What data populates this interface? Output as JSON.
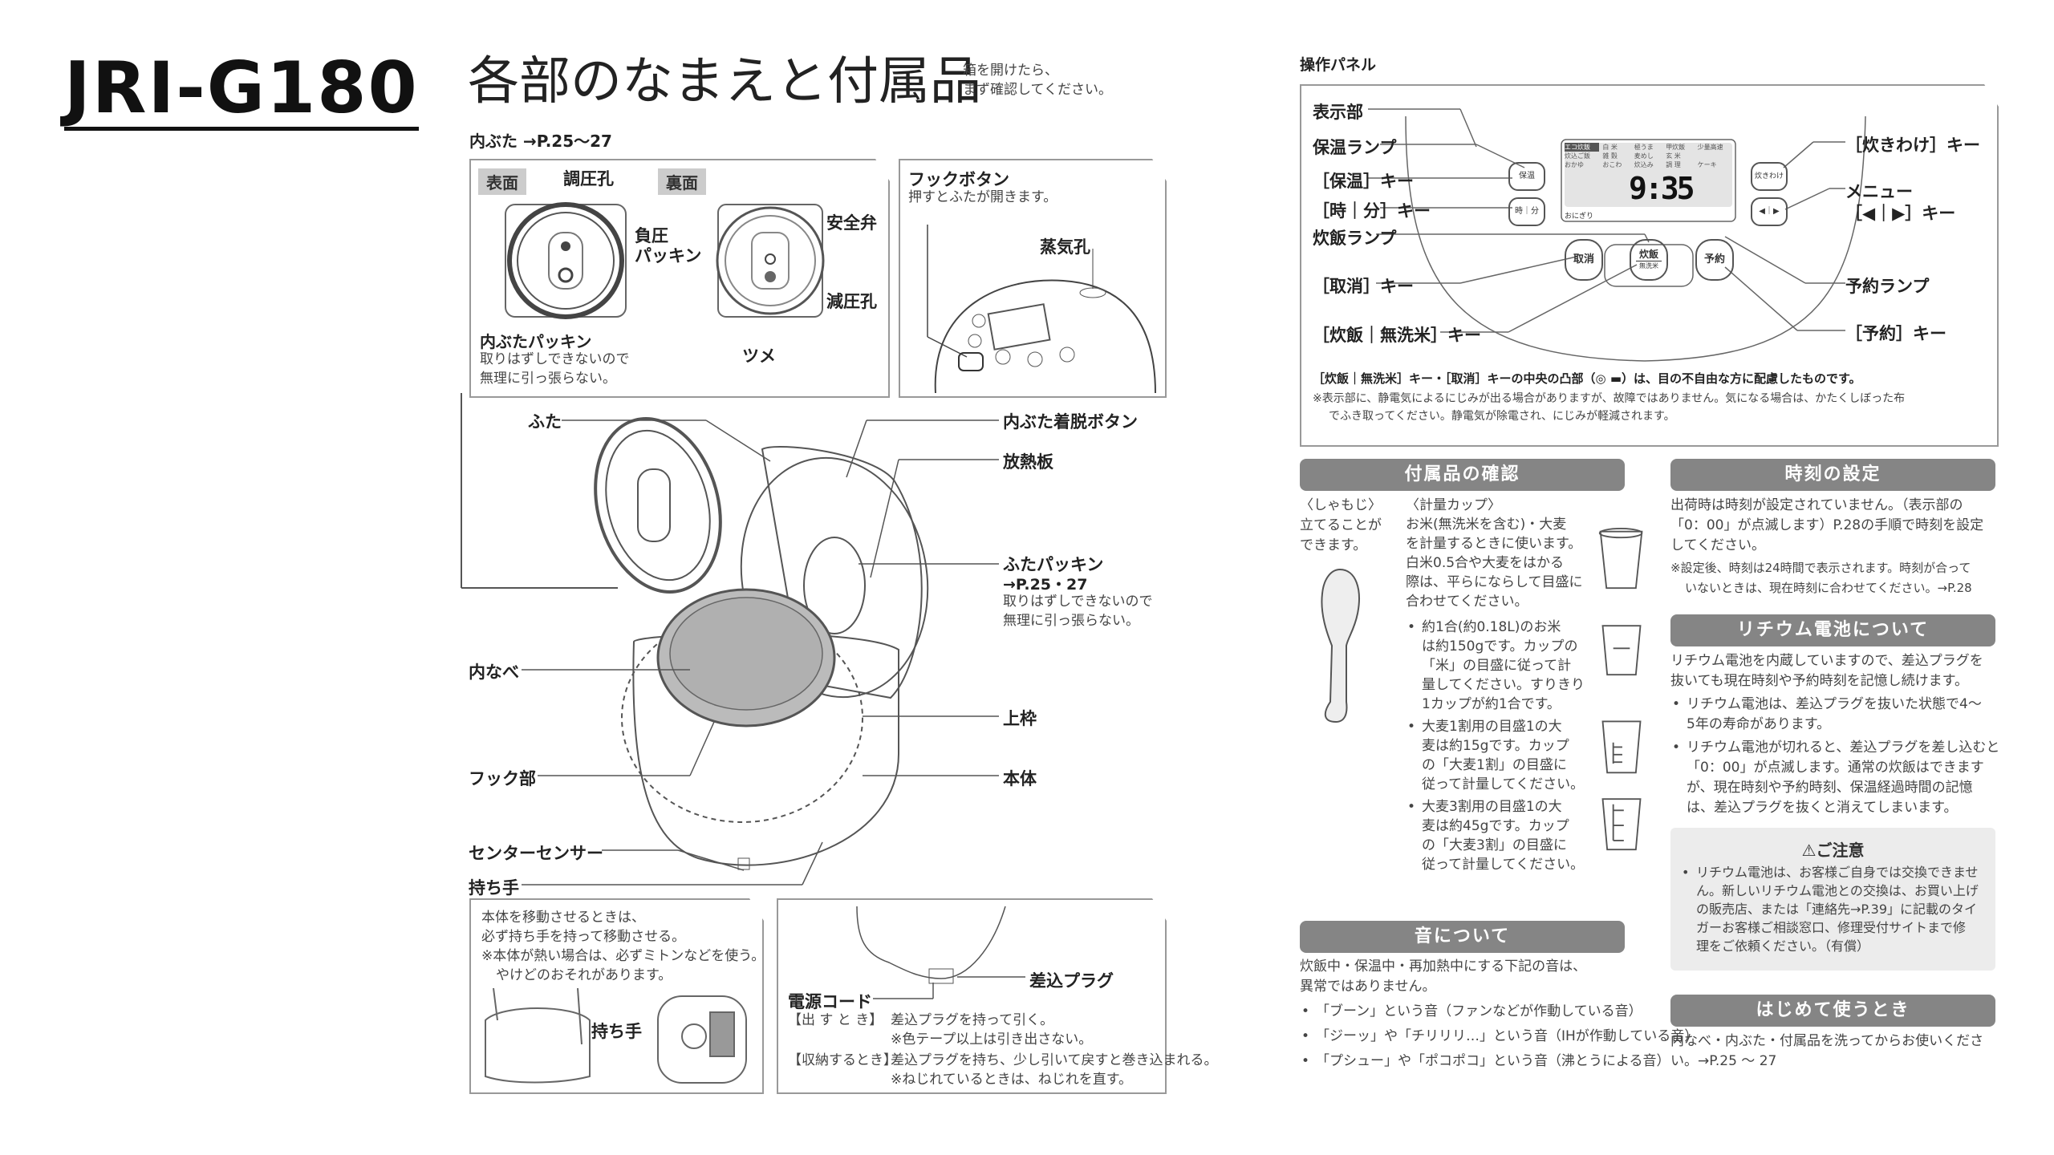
{
  "model": "JRI-G180",
  "heading": "各部のなまえと付属品",
  "heading_note": [
    "箱を開けたら、",
    "まず確認してください。"
  ],
  "inner_lid": {
    "title": "内ぶた →P.25～27",
    "front_tag": "表面",
    "back_tag": "裏面",
    "labels": {
      "pressure_hole": "調圧孔",
      "negative_packing_1": "負圧",
      "negative_packing_2": "パッキン",
      "safety_valve": "安全弁",
      "relief_hole": "減圧孔",
      "claw": "ツメ"
    },
    "packing_label": "内ぶたパッキン",
    "packing_note": [
      "取りはずしできないので",
      "無理に引っ張らない。"
    ]
  },
  "hook_button": {
    "label": "フックボタン",
    "note": "押すとふたが開きます。",
    "steam": "蒸気孔"
  },
  "main_parts": {
    "lid": "ふた",
    "inner_lid_button": "内ぶた着脱ボタン",
    "heat_plate": "放熱板",
    "lid_packing": "ふたパッキン",
    "lid_packing_ref": "→P.25・27",
    "lid_packing_note": [
      "取りはずしできないので",
      "無理に引っ張らない。"
    ],
    "inner_pot": "内なべ",
    "upper_frame": "上枠",
    "hook": "フック部",
    "body": "本体",
    "center_sensor": "センターセンサー",
    "handle": "持ち手"
  },
  "handle_box": {
    "lines": [
      "本体を移動させるときは、",
      "必ず持ち手を持って移動させる。",
      "※本体が熱い場合は、必ずミトンなどを使う。",
      "やけどのおそれがあります。"
    ],
    "handle_label": "持ち手"
  },
  "cord_box": {
    "plug": "差込プラグ",
    "cord": "電源コード",
    "out_tag": "【出 す と き】",
    "out_text": "差込プラグを持って引く。",
    "out_note": "※色テープ以上は引き出さない。",
    "in_tag": "【収納するとき】",
    "in_text": "差込プラグを持ち、少し引いて戻すと巻き込まれる。",
    "in_note": "※ねじれているときは、ねじれを直す。"
  },
  "panel": {
    "title": "操作パネル",
    "left_labels": [
      "表示部",
      "保温ランプ",
      "［保温］キー",
      "［時｜分］キー",
      "炊飯ランプ",
      "［取消］キー",
      "［炊飯｜無洗米］キー"
    ],
    "right_labels": [
      "［炊きわけ］キー",
      "メニュー",
      "［◀｜▶］キー",
      "予約ランプ",
      "［予約］キー"
    ],
    "display_time": "9:35",
    "display_menus": [
      "エコ炊飯",
      "白 米",
      "極うま",
      "甲炊飯",
      "少量高速",
      "炊込ご飯",
      "雑 穀",
      "麦めし",
      "玄 米",
      "おかゆ",
      "おこわ",
      "炊込み",
      "調 理",
      "ケーキ"
    ],
    "display_bottom": "おにぎり",
    "buttons": {
      "keep_warm": "保温",
      "hour_min": "時｜分",
      "menu_select": "炊きわけ",
      "menu_arrows": "◀｜▶",
      "cancel": "取消",
      "cook": "炊飯",
      "cook_sub": "無洗米",
      "timer": "予約"
    },
    "note_bold": "［炊飯｜無洗米］キー・［取消］キーの中央の凸部（◎ ▬）は、目の不自由な方に配慮したものです。",
    "note_small": [
      "※表示部に、静電気によるにじみが出る場合がありますが、故障ではありません。気になる場合は、かたくしぼった布",
      "でふき取ってください。静電気が除電され、にじみが軽減されます。"
    ]
  },
  "accessories": {
    "header": "付属品の確認",
    "shamoji_title": "〈しゃもじ〉",
    "shamoji_text": [
      "立てることが",
      "できます。"
    ],
    "cup_title": "〈計量カップ〉",
    "cup_text": [
      "お米(無洗米を含む)・大麦",
      "を計量するときに使います。",
      "白米0.5合や大麦をはかる",
      "際は、平らにならして目盛に",
      "合わせてください。"
    ],
    "bullets": [
      [
        "約1合(約0.18L)のお米",
        "は約150gです。カップの",
        "「米」の目盛に従って計",
        "量してください。すりきり",
        "1カップが約1合です。"
      ],
      [
        "大麦1割用の目盛1の大",
        "麦は約15gです。カップ",
        "の「大麦1割」の目盛に",
        "従って計量してください。"
      ],
      [
        "大麦3割用の目盛1の大",
        "麦は約45gです。カップ",
        "の「大麦3割」の目盛に",
        "従って計量してください。"
      ]
    ]
  },
  "sound": {
    "header": "音について",
    "text": [
      "炊飯中・保温中・再加熱中にする下記の音は、",
      "異常ではありません。"
    ],
    "bullets": [
      "「ブーン」という音（ファンなどが作動している音）",
      "「ジーッ」や「チリリリ…」という音（IHが作動している音）",
      "「プシュー」や「ポコポコ」という音（沸とうによる音）"
    ]
  },
  "clock": {
    "header": "時刻の設定",
    "text": [
      "出荷時は時刻が設定されていません。（表示部の",
      "「0：00」が点滅します）P.28の手順で時刻を設定",
      "してください。"
    ],
    "note": [
      "※設定後、時刻は24時間で表示されます。時刻が合って",
      "いないときは、現在時刻に合わせてください。→P.28"
    ]
  },
  "battery": {
    "header": "リチウム電池について",
    "text": [
      "リチウム電池を内蔵していますので、差込プラグを",
      "抜いても現在時刻や予約時刻を記憶し続けます。"
    ],
    "bullets": [
      [
        "リチウム電池は、差込プラグを抜いた状態で4～",
        "5年の寿命があります。"
      ],
      [
        "リチウム電池が切れると、差込プラグを差し込むと",
        "「0：00」が点滅します。通常の炊飯はできます",
        "が、現在時刻や予約時刻、保温経過時間の記憶",
        "は、差込プラグを抜くと消えてしまいます。"
      ]
    ],
    "caution_title": "ご注意",
    "caution": [
      "リチウム電池は、お客様ご自身では交換できませ",
      "ん。新しいリチウム電池との交換は、お買い上げ",
      "の販売店、または「連絡先→P.39」に記載のタイ",
      "ガーお客様ご相談窓口、修理受付サイトまで修",
      "理をご依頼ください。（有償）"
    ]
  },
  "first_use": {
    "header": "はじめて使うとき",
    "text": [
      "内なべ・内ぶた・付属品を洗ってからお使いくださ",
      "い。→P.25 ～ 27"
    ]
  }
}
